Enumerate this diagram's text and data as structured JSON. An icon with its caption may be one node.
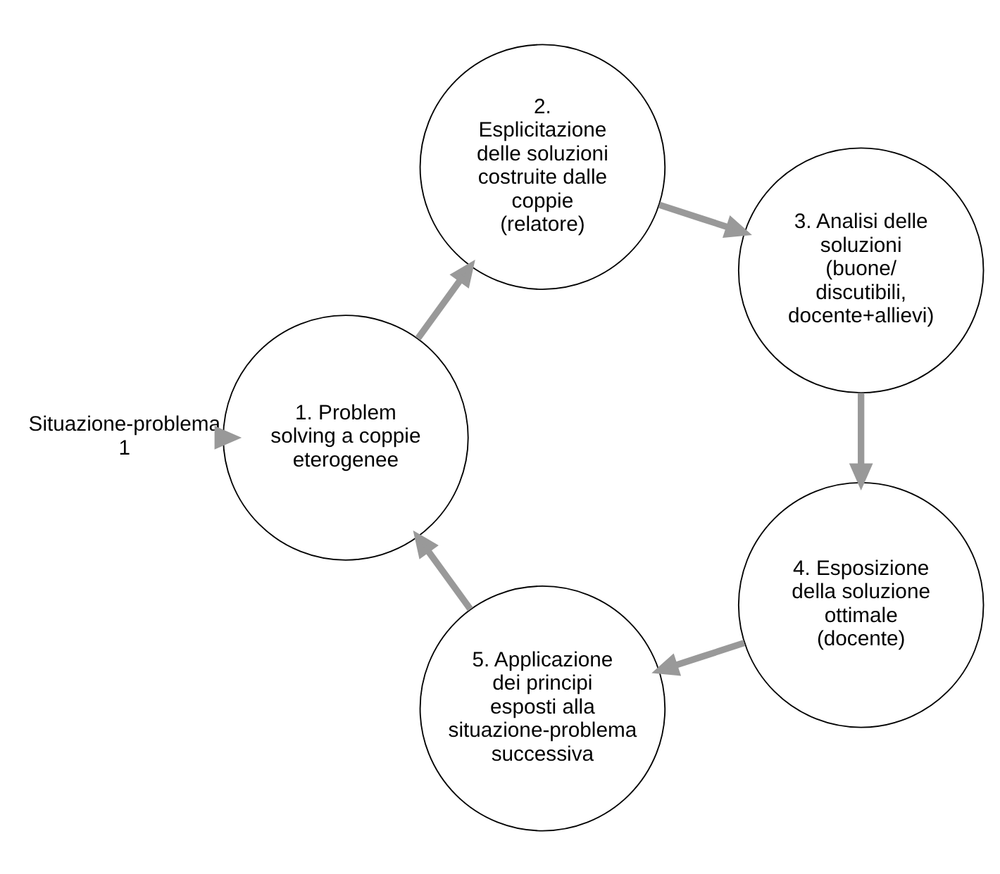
{
  "diagram": {
    "nodes": [
      {
        "text": [
          "Situazione-problema 1"
        ]
      },
      {
        "text": [
          "1. Problem solving a coppie eterogenee"
        ]
      },
      {
        "text": [
          "2. Esplicitazione delle soluzioni costruite dalle coppie (relatore)"
        ]
      },
      {
        "text": [
          "3. Analisi delle soluzioni (buone/ discutibili, docente+allievi)"
        ]
      },
      {
        "text": [
          "4. Esposizione della soluzione ottimale (docente)"
        ]
      },
      {
        "text": [
          "5. Applicazione dei principi esposti alla situazione-problema successiva"
        ]
      }
    ],
    "edges": [
      {
        "from": 0,
        "to": 1,
        "arrow": "to"
      },
      {
        "from": 1,
        "to": 2,
        "arrow": "to"
      },
      {
        "from": 2,
        "to": 3,
        "arrow": "to"
      },
      {
        "from": 3,
        "to": 4,
        "arrow": "to"
      },
      {
        "from": 4,
        "to": 5,
        "arrow": "to"
      },
      {
        "from": 5,
        "to": 1,
        "arrow": "to"
      }
    ]
  }
}
